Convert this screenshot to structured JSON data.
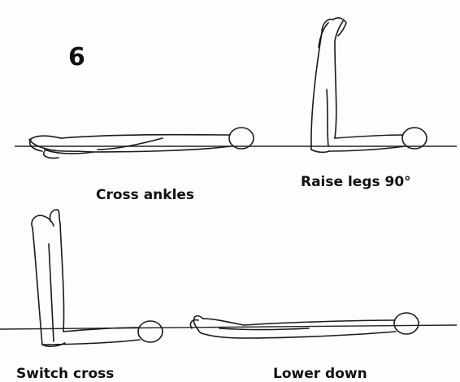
{
  "step_number": "6",
  "captions": {
    "cross_ankles": "Cross ankles",
    "raise_legs": "Raise legs 90°",
    "switch_cross": "Switch cross",
    "lower_down": "Lower down"
  }
}
